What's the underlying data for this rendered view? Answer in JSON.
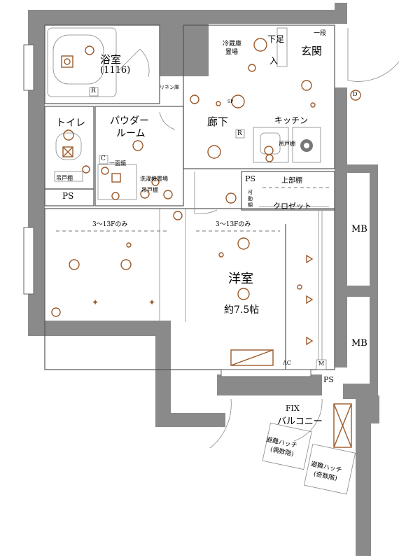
{
  "labels": {
    "bathroom": "浴室",
    "bath_size": "(1116)",
    "toilet": "トイレ",
    "powder_room": "パウダー",
    "powder_room2": "ルーム",
    "hallway": "廊下",
    "kitchen": "キッチン",
    "entrance": "玄関",
    "fridge_1": "冷蔵庫",
    "fridge_2": "置場",
    "step_1": "下足",
    "step_2": "入",
    "step_sign": "一段",
    "western_room": "洋室",
    "area": "約7.5帖",
    "floor_note_left": "3～13Fのみ",
    "floor_note_right": "3～13Fのみ",
    "upper_cabinet": "上部棚",
    "closet": "クロゼット",
    "movable_1": "可",
    "movable_2": "動",
    "movable_3": "棚",
    "ps_left": "PS",
    "ps_mid": "PS",
    "ps_bottom": "PS",
    "mb_top": "MB",
    "mb_bottom": "MB",
    "balcony": "バルコニー",
    "fix": "FIX",
    "washer": "洗濯機置場",
    "hanging_shelf": "吊戸棚",
    "hanging_shelf2": "吊戸棚",
    "hanging_shelf3": "吊戸棚",
    "linen": "リネン庫",
    "mirror": "一面鏡",
    "hatch_1a": "避難ハッチ",
    "hatch_1b": "(偶数階)",
    "hatch_2a": "避難ハッチ",
    "hatch_2b": "(奇数階)",
    "r1": "R",
    "r2": "R",
    "c1": "C",
    "sp": "SP",
    "m": "M",
    "ac": "AC",
    "d": "D"
  }
}
